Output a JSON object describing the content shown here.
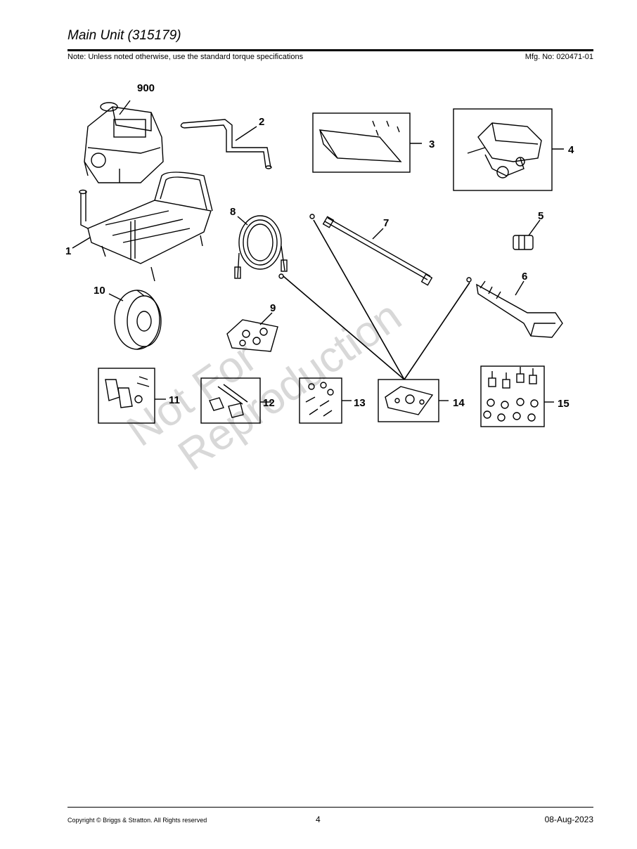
{
  "header": {
    "title": "Main Unit (315179)",
    "note": "Note: Unless noted otherwise, use the standard torque specifications",
    "mfg_no": "Mfg. No: 020471-01"
  },
  "diagram": {
    "watermark_line1": "Not For",
    "watermark_line2": "Reproduction",
    "callouts": {
      "c900": "900",
      "c1": "1",
      "c2": "2",
      "c3": "3",
      "c4": "4",
      "c5": "5",
      "c6": "6",
      "c7": "7",
      "c8": "8",
      "c9": "9",
      "c10": "10",
      "c11": "11",
      "c12": "12",
      "c13": "13",
      "c14": "14",
      "c15": "15"
    }
  },
  "footer": {
    "copyright": "Copyright ©  Briggs & Stratton. All Rights reserved",
    "page": "4",
    "date": "08-Aug-2023"
  }
}
